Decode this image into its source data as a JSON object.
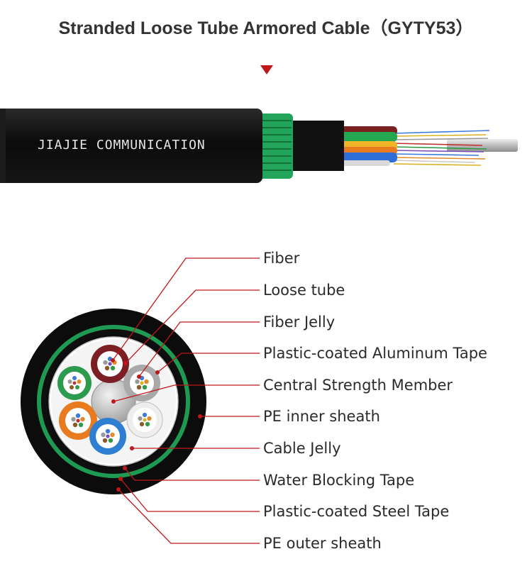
{
  "title": "Stranded Loose Tube Armored Cable（GYTY53）",
  "brand_text": "JIAJIE COMMUNICATION",
  "labels": [
    "Fiber",
    "Loose tube",
    "Fiber Jelly",
    "Plastic-coated Aluminum Tape",
    "Central Strength Member",
    "PE inner sheath",
    "Cable Jelly",
    "Water Blocking Tape",
    "Plastic-coated Steel Tape",
    "PE outer sheath"
  ],
  "colors": {
    "leader": "#c0171a",
    "sheath": "#0e0e0e",
    "armor": "#1e9a52",
    "title": "#333333"
  }
}
